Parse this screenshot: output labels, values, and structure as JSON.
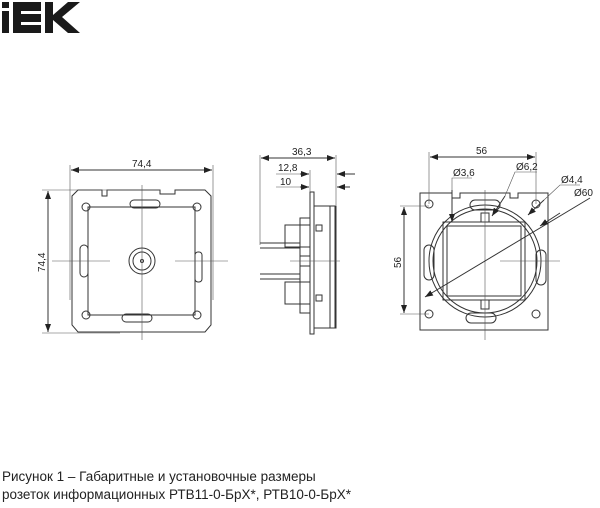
{
  "logo": {
    "text": "IEK",
    "color": "#1a1a1a"
  },
  "front_view": {
    "width_dim": "74,4",
    "height_dim": "74,4"
  },
  "side_view": {
    "depth_dim": "36,3",
    "dim_a": "12,8",
    "dim_b": "10"
  },
  "rear_view": {
    "width_dim": "56",
    "height_dim": "56",
    "hole_a": "Ø3,6",
    "hole_b": "Ø6,2",
    "hole_c": "Ø4,4",
    "circle_dim": "Ø60"
  },
  "caption": {
    "line1": "Рисунок 1 – Габаритные и установочные размеры",
    "line2": "розеток информационных РТВ11-0-БрХ*, РТВ10-0-БрХ*"
  }
}
